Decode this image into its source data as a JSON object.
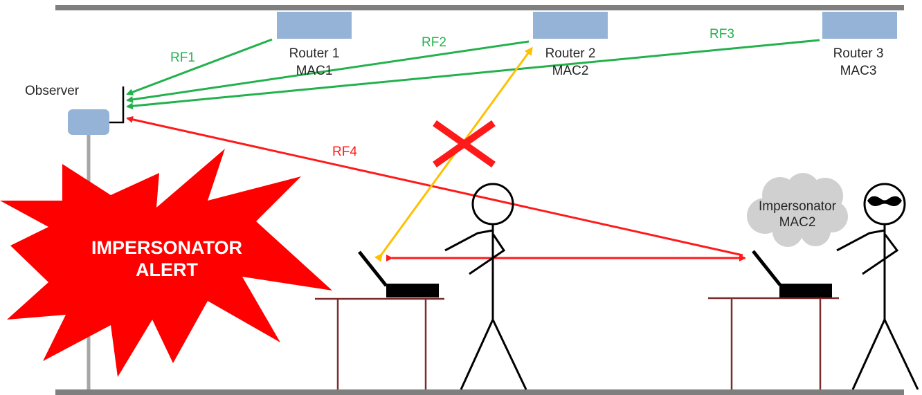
{
  "routers": [
    {
      "name": "Router 1",
      "mac": "MAC1"
    },
    {
      "name": "Router 2",
      "mac": "MAC2"
    },
    {
      "name": "Router 3",
      "mac": "MAC3"
    }
  ],
  "observer": {
    "label": "Observer"
  },
  "signals": {
    "rf1": "RF1",
    "rf2": "RF2",
    "rf3": "RF3",
    "rf4": "RF4"
  },
  "impersonator": {
    "line1": "Impersonator",
    "line2": "MAC2"
  },
  "alert": {
    "line1": "IMPERSONATOR",
    "line2": "ALERT"
  },
  "colors": {
    "router": "#95b3d7",
    "rf_legit": "#22b14c",
    "rf_spoof": "#ff1a1a",
    "legit_link": "#ffc000",
    "alert_burst": "#ff0000",
    "rail": "#7f7f7f",
    "table": "#7b2c2c"
  }
}
